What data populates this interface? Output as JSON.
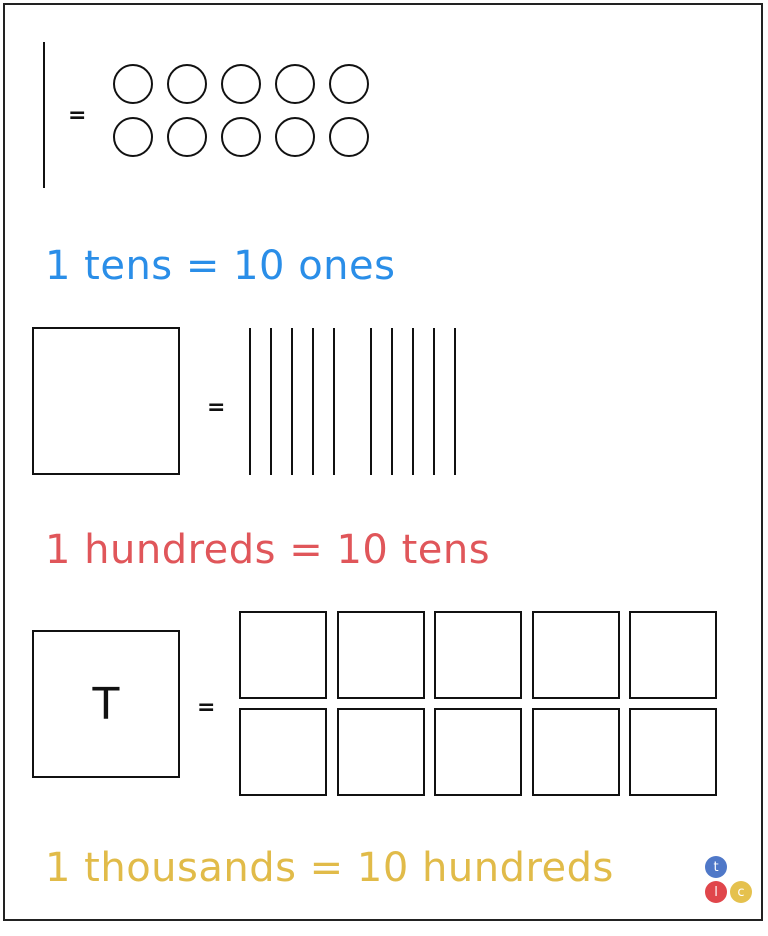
{
  "section_ones": {
    "equals": "=",
    "circle_count": 10
  },
  "caption_tens": {
    "text": "1 tens = 10 ones",
    "color": "#2a8ee8"
  },
  "section_tens": {
    "equals": "=",
    "rod_count": 10
  },
  "caption_hundreds": {
    "text": "1 hundreds = 10 tens",
    "color": "#e0565a"
  },
  "section_hundreds": {
    "equals": "=",
    "thousand_label": "T",
    "square_count": 10
  },
  "caption_thousands": {
    "text": "1 thousands = 10 hundreds",
    "color": "#e1bb49"
  },
  "logo": {
    "letters": [
      "t",
      "l",
      "c"
    ],
    "colors": [
      "#4f78c8",
      "#e0464b",
      "#e5c14e"
    ]
  }
}
